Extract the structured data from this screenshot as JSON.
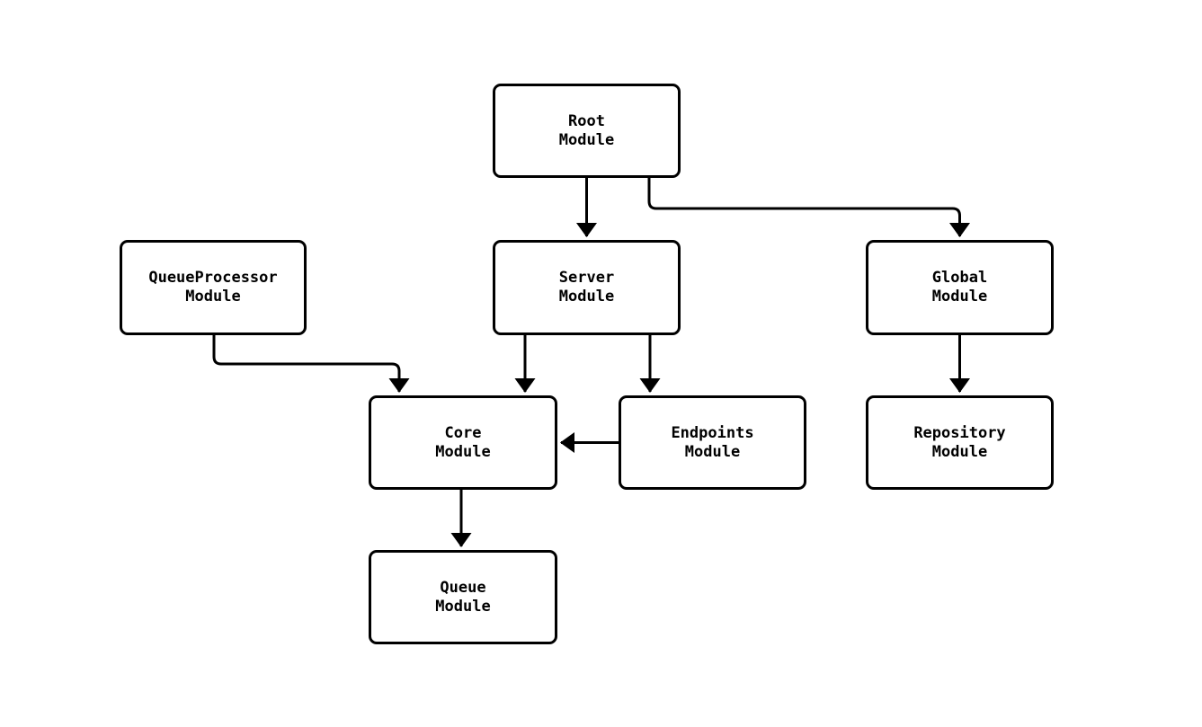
{
  "diagram": {
    "type": "module-dependency-flowchart",
    "background_color": "#ffffff",
    "node_fill_color": "#ffffff",
    "node_border_color": "#000000",
    "edge_color": "#000000",
    "text_color": "#000000",
    "nodes": [
      {
        "id": "root",
        "label": "Root\nModule"
      },
      {
        "id": "queue_processor",
        "label": "QueueProcessor\nModule"
      },
      {
        "id": "server",
        "label": "Server\nModule"
      },
      {
        "id": "global",
        "label": "Global\nModule"
      },
      {
        "id": "core",
        "label": "Core\nModule"
      },
      {
        "id": "endpoints",
        "label": "Endpoints\nModule"
      },
      {
        "id": "repository",
        "label": "Repository\nModule"
      },
      {
        "id": "queue",
        "label": "Queue\nModule"
      }
    ],
    "edges": [
      {
        "from": "root",
        "to": "server"
      },
      {
        "from": "root",
        "to": "global"
      },
      {
        "from": "queue_processor",
        "to": "core"
      },
      {
        "from": "server",
        "to": "core"
      },
      {
        "from": "server",
        "to": "endpoints"
      },
      {
        "from": "endpoints",
        "to": "core"
      },
      {
        "from": "global",
        "to": "repository"
      },
      {
        "from": "core",
        "to": "queue"
      }
    ]
  }
}
